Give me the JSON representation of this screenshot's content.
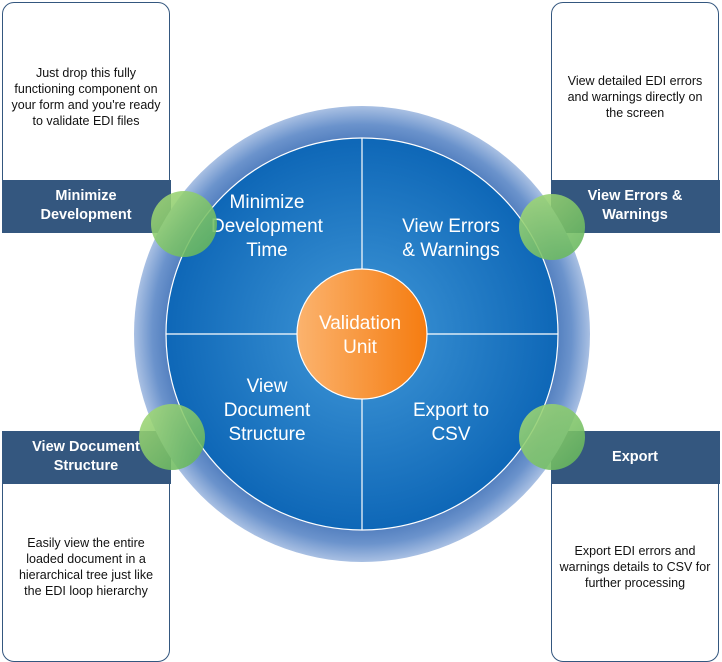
{
  "center": {
    "lines": [
      "Validation",
      "Unit"
    ]
  },
  "quadrants": [
    {
      "id": "top-left",
      "lines": [
        "Minimize",
        "Development",
        "Time"
      ]
    },
    {
      "id": "top-right",
      "lines": [
        "View Errors",
        "& Warnings"
      ]
    },
    {
      "id": "bottom-left",
      "lines": [
        "View",
        "Document",
        "Structure"
      ]
    },
    {
      "id": "bottom-right",
      "lines": [
        "Export to",
        "CSV"
      ]
    }
  ],
  "cards": {
    "minimize": {
      "title": "Minimize Development",
      "description": "Just drop this fully functioning component on your form and you're ready to validate EDI files"
    },
    "errors": {
      "title": "View Errors & Warnings",
      "description": "View detailed EDI errors and warnings directly on the screen"
    },
    "structure": {
      "title": "View Document Structure",
      "description": "Easily view the entire loaded document in a hierarchical tree just like the EDI loop hierarchy"
    },
    "export": {
      "title": "Export",
      "description": "Export EDI errors and warnings details to CSV for further processing"
    }
  },
  "colors": {
    "header": "#34577f",
    "ring": "#5b84c0",
    "inner": "#1f77c4",
    "center": "#f7892a",
    "connector": "#7fc365"
  }
}
